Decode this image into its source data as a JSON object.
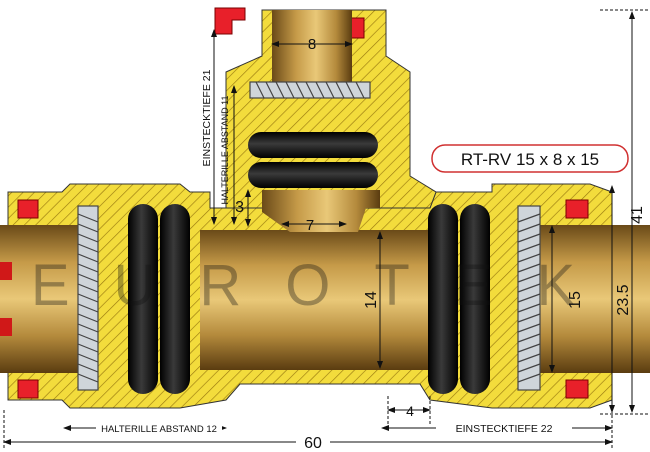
{
  "title": "RT-RV 15 x 8 x 15",
  "watermark": "EUROTEK",
  "dimensions": {
    "branch_pipe_diameter": "8",
    "branch_bore": "7",
    "branch_depth": "3",
    "inner_bore": "14",
    "pipe_diameter_right": "15",
    "overall_height": "41",
    "centerline_height": "23.5",
    "overall_length": "60",
    "ring_offset": "4"
  },
  "labels": {
    "insertion_depth_branch": "EINSTECKTIEFE 21",
    "retaining_ring_distance_branch": "HALTERILLE ABSTAND 11",
    "retaining_ring_distance_bottom": "HALTERILLE ABSTAND 12",
    "insertion_depth_bottom": "EINSTECKTIEFE 22"
  },
  "colors": {
    "brass": "#c9a24a",
    "brass_dark": "#8a6420",
    "hatch": "#e0c030",
    "seal_red": "#e8202a",
    "oring_black": "#151515",
    "title_border": "#d03030",
    "title_text": "#c01818"
  }
}
